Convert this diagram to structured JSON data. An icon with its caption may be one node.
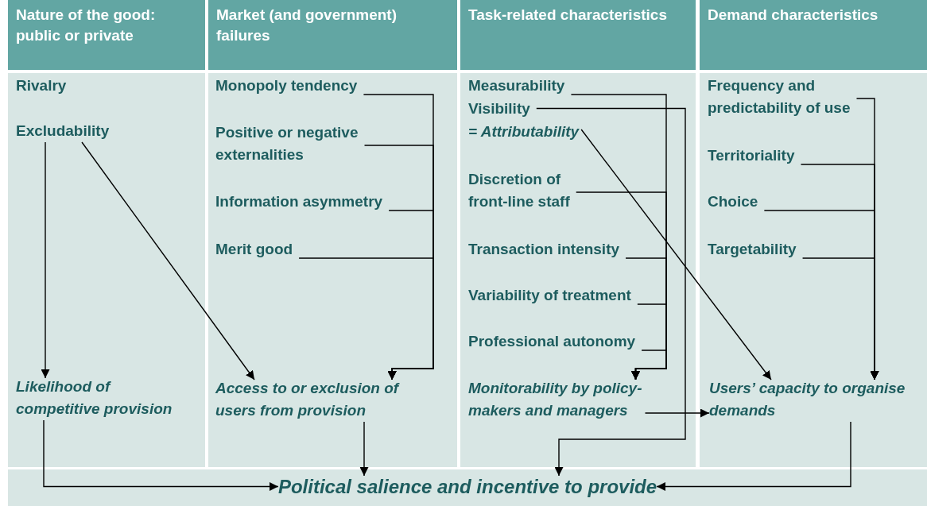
{
  "diagram": {
    "nodes": [
      {
        "text": [
          "Nature of the good: public or private"
        ]
      },
      {
        "text": [
          "Excludability"
        ],
        "in": 0
      },
      {
        "text": [
          "Likelihood of competitive provision"
        ],
        "in": 0
      },
      {
        "text": [
          "Market (and government) failures"
        ]
      },
      {
        "text": [
          "Monopoly tendency"
        ],
        "in": 3
      },
      {
        "text": [
          "Positive or negative externalities"
        ],
        "in": 3
      },
      {
        "text": [
          "Information asymmetry"
        ],
        "in": 3
      },
      {
        "text": [
          "Merit good"
        ],
        "in": 3
      },
      {
        "text": [
          "Access to or exclusion of users from provision"
        ],
        "in": 3
      },
      {
        "text": [
          "Task-related characteristics"
        ]
      },
      {
        "text": [
          "Measurability"
        ],
        "in": 9
      },
      {
        "text": [
          "Visibility"
        ],
        "in": 9
      },
      {
        "text": [
          "= Attributability"
        ],
        "in": 9
      },
      {
        "text": [
          "Discretion of front-line staff"
        ],
        "in": 9
      },
      {
        "text": [
          "Transaction intensity"
        ],
        "in": 9
      },
      {
        "text": [
          "Variability of treatment"
        ],
        "in": 9
      },
      {
        "text": [
          "Professional autonomy"
        ],
        "in": 9
      },
      {
        "text": [
          "Monitorability by policy-makers and managers"
        ],
        "in": 9
      },
      {
        "text": [
          "Demand characteristics"
        ]
      },
      {
        "text": [
          "Frequency and predictability of use"
        ],
        "in": 18
      },
      {
        "text": [
          "Territoriality"
        ],
        "in": 18
      },
      {
        "text": [
          "Choice"
        ],
        "in": 18
      },
      {
        "text": [
          "Targetability"
        ],
        "in": 18
      },
      {
        "text": [
          "Users’ capacity to organise demands"
        ],
        "in": 18
      },
      {
        "text": [
          "Political salience and incentive to provide"
        ]
      }
    ],
    "edges": [
      {
        "from": 1,
        "to": 2,
        "arrow": "to"
      },
      {
        "from": 1,
        "to": 8,
        "arrow": "to"
      },
      {
        "from": 4,
        "to": 8,
        "arrow": "to"
      },
      {
        "from": 5,
        "to": 8,
        "arrow": "to"
      },
      {
        "from": 6,
        "to": 8,
        "arrow": "to"
      },
      {
        "from": 7,
        "to": 8,
        "arrow": "to"
      },
      {
        "from": 10,
        "to": 17,
        "arrow": "to"
      },
      {
        "from": 11,
        "to": 24,
        "arrow": "to"
      },
      {
        "from": 12,
        "to": 23,
        "arrow": "to"
      },
      {
        "from": 13,
        "to": 17,
        "arrow": "to"
      },
      {
        "from": 14,
        "to": 17,
        "arrow": "to"
      },
      {
        "from": 15,
        "to": 17,
        "arrow": "to"
      },
      {
        "from": 16,
        "to": 17,
        "arrow": "to"
      },
      {
        "from": 17,
        "to": 23,
        "arrow": "to"
      },
      {
        "from": 19,
        "to": 23,
        "arrow": "to"
      },
      {
        "from": 20,
        "to": 23,
        "arrow": "to"
      },
      {
        "from": 21,
        "to": 23,
        "arrow": "to"
      },
      {
        "from": 22,
        "to": 23,
        "arrow": "to"
      },
      {
        "from": 2,
        "to": 24,
        "arrow": "to"
      },
      {
        "from": 8,
        "to": 24,
        "arrow": "to"
      },
      {
        "from": 23,
        "to": 24,
        "arrow": "to"
      }
    ],
    "labels": [
      "Rivalry"
    ]
  }
}
